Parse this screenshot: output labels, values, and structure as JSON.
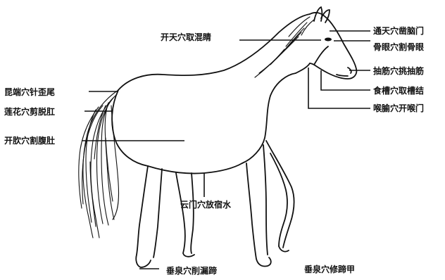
{
  "figure": {
    "labels": {
      "kaitian": "开天穴取混睛",
      "tongtian": "通天穴凿脑门",
      "guyan": "骨眼穴割骨眼",
      "choujin": "抽筋穴挑抽筋",
      "shicao": "食槽穴取槽结",
      "houyu": "喉腧穴开喉门",
      "kunlun": "昆端穴针歪尾",
      "lianhua": "莲花穴剪脱肛",
      "kaipi": "开肷穴割腹肚",
      "yunmen": "云门穴放宿水",
      "chuiquan_front": "垂泉穴削漏蹄",
      "chuiquan_rear": "垂泉穴修蹄甲"
    },
    "colors": {
      "ink": "#111111",
      "paper": "#ffffff"
    }
  }
}
